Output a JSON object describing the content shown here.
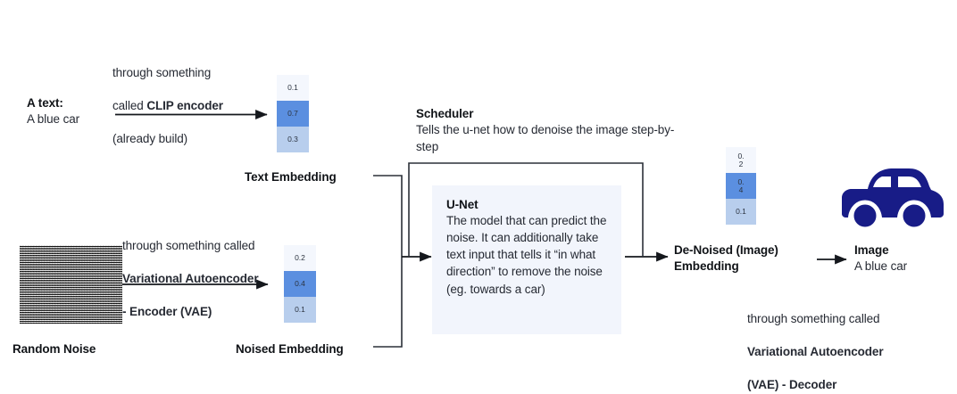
{
  "diagram": {
    "title_hidden": "Stable Diffusion pipeline overview",
    "accent_blue_mid": "#5b8fe0",
    "accent_blue_light": "#b8ceed",
    "accent_blue_pale": "#f4f7fd",
    "unet_box_bg": "#f2f5fc",
    "car_color": "#181c87"
  },
  "text_input": {
    "label": "A text:",
    "value": "A blue car"
  },
  "clip_note": {
    "line1": "through something",
    "line2_prefix": "called ",
    "line2_bold": "CLIP encoder",
    "line3": "(already build)"
  },
  "text_embedding": {
    "label": "Text Embedding",
    "cells": [
      {
        "value": "0.1",
        "tone": "pale"
      },
      {
        "value": "0.7",
        "tone": "mid"
      },
      {
        "value": "0.3",
        "tone": "light"
      }
    ]
  },
  "random_noise": {
    "label": "Random Noise"
  },
  "vae_encoder_note": {
    "line1": "through something called",
    "line2_bold": "Variational Autoencoder",
    "line3_bold": "- Encoder  (VAE)"
  },
  "noised_embedding": {
    "label": "Noised Embedding",
    "cells": [
      {
        "value": "0.2",
        "tone": "pale"
      },
      {
        "value": "0.4",
        "tone": "mid"
      },
      {
        "value": "0.1",
        "tone": "light"
      }
    ]
  },
  "scheduler": {
    "title": "Scheduler",
    "body": "Tells the u-net how to denoise the image step-by-step"
  },
  "unet": {
    "title": "U-Net",
    "body": "The model that can predict the noise. It can additionally take text input that tells it “in what direction” to remove the noise (eg. towards a car)"
  },
  "denoised_embedding": {
    "label": "De-Noised (Image)\nEmbedding",
    "cells": [
      {
        "value": "0.\n2",
        "tone": "pale"
      },
      {
        "value": "0.\n4",
        "tone": "mid"
      },
      {
        "value": "0.1",
        "tone": "light"
      }
    ]
  },
  "vae_decoder_note": {
    "line1": "through something called",
    "line2_bold": "Variational Autoencoder",
    "line3_bold": "(VAE) - Decoder"
  },
  "output_image": {
    "label": "Image",
    "caption": "A blue car"
  }
}
